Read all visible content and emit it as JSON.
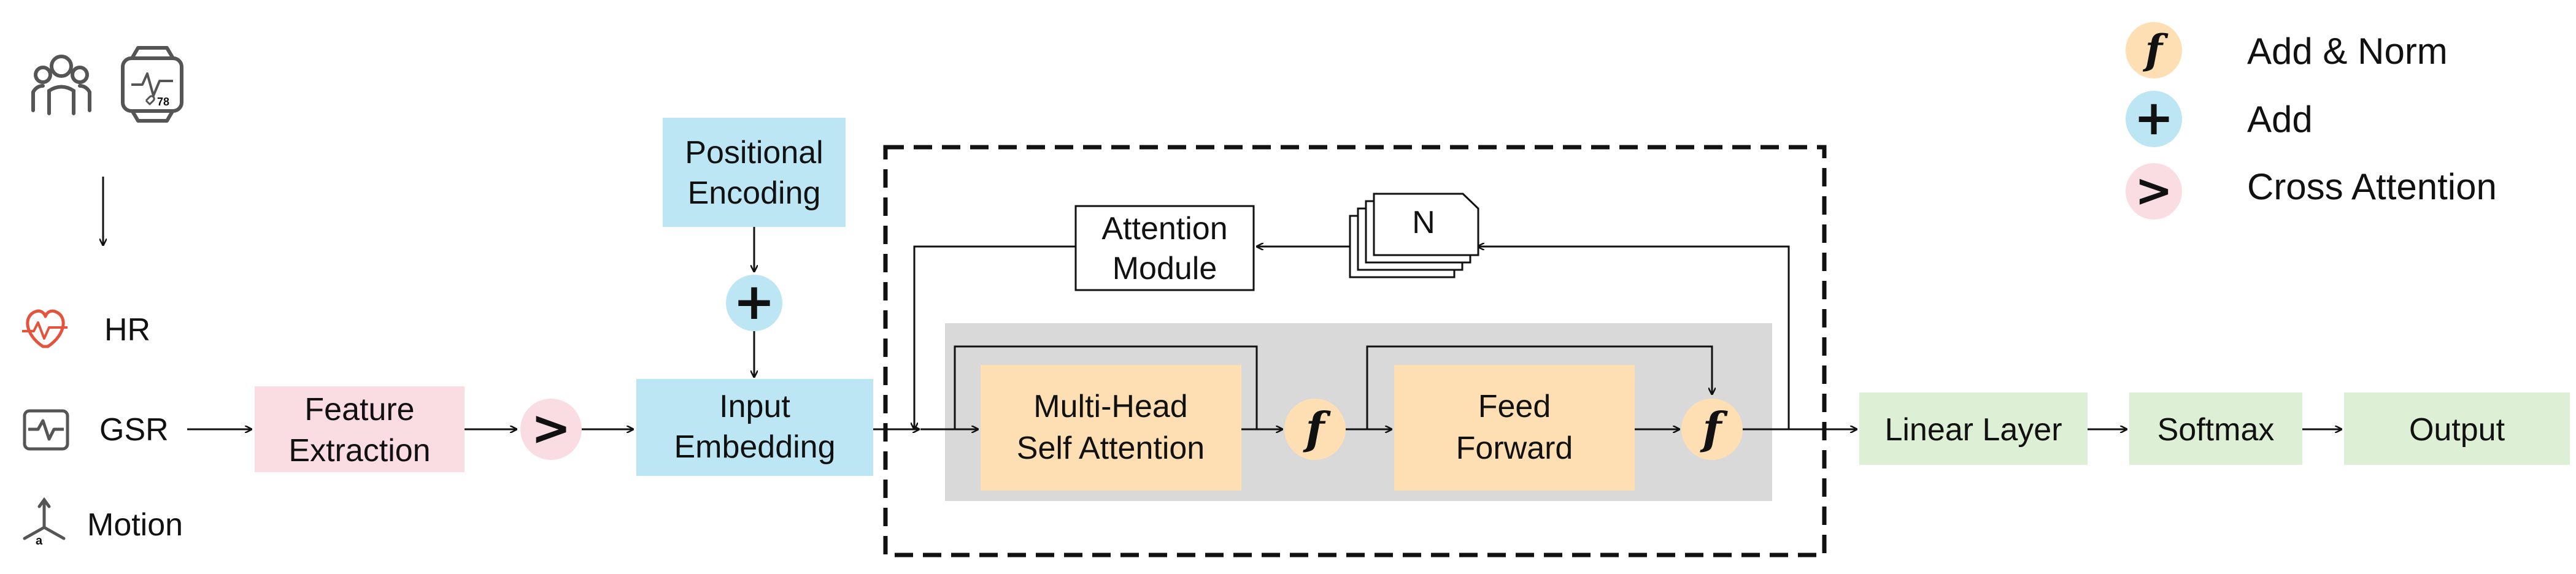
{
  "colors": {
    "pink": "#F9DDE3",
    "blue": "#BDE6F4",
    "orange": "#FDDFB3",
    "green": "#DDEFD5",
    "gray": "#D9D9D9",
    "line": "#111111",
    "heart": "#E5533D",
    "icon": "#555555"
  },
  "icons": {
    "people": "people-icon",
    "watch": "smartwatch-icon",
    "heart": "heart-rate-icon",
    "gsr": "gsr-icon",
    "motion": "motion-axes-icon"
  },
  "inputs": {
    "hr": "HR",
    "gsr": "GSR",
    "motion": "Motion"
  },
  "blocks": {
    "feature_line1": "Feature",
    "feature_line2": "Extraction",
    "positional_line1": "Positional",
    "positional_line2": "Encoding",
    "input_line1": "Input",
    "input_line2": "Embedding",
    "attention_module_line1": "Attention",
    "attention_module_line2": "Module",
    "stack_label": "N",
    "mhsa_line1": "Multi-Head",
    "mhsa_line2": "Self Attention",
    "ff_line1": "Feed",
    "ff_line2": "Forward",
    "linear": "Linear Layer",
    "softmax": "Softmax",
    "output": "Output"
  },
  "symbols": {
    "add_norm": "f",
    "add": "+",
    "cross_attention": ">"
  },
  "legend": [
    {
      "symbol": "f",
      "label": "Add & Norm"
    },
    {
      "symbol": "+",
      "label": "Add"
    },
    {
      "symbol": ">",
      "label": "Cross Attention"
    }
  ]
}
